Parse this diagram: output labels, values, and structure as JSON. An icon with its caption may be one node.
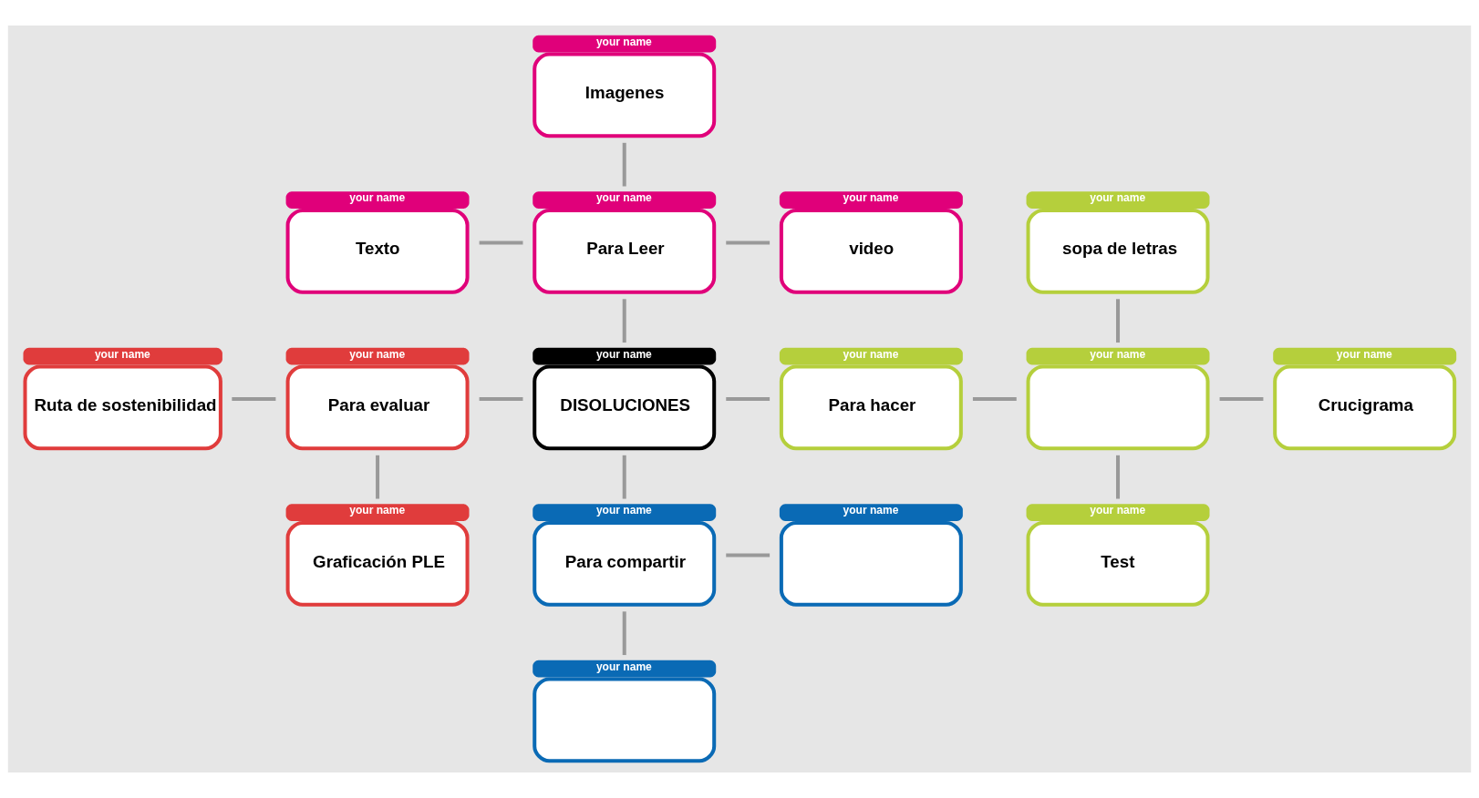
{
  "diagram": {
    "nodes": [
      {
        "text": [
          "your name",
          "Imagenes"
        ]
      },
      {
        "text": [
          "your name",
          "Texto"
        ]
      },
      {
        "text": [
          "your name",
          "Para Leer"
        ]
      },
      {
        "text": [
          "your name",
          "video"
        ]
      },
      {
        "text": [
          "your name",
          "sopa de letras"
        ]
      },
      {
        "text": [
          "your name",
          "Ruta de sostenibilidad"
        ]
      },
      {
        "text": [
          "your name",
          "Para evaluar"
        ]
      },
      {
        "text": [
          "your name",
          "DISOLUCIONES"
        ]
      },
      {
        "text": [
          "your name",
          "Para hacer"
        ]
      },
      {
        "text": [
          "your name"
        ]
      },
      {
        "text": [
          "your name",
          "Crucigrama"
        ]
      },
      {
        "text": [
          "your name",
          "Graficación PLE"
        ]
      },
      {
        "text": [
          "your name",
          "Para compartir"
        ]
      },
      {
        "text": [
          "your name"
        ]
      },
      {
        "text": [
          "your name",
          "Test"
        ]
      },
      {
        "text": [
          "your name"
        ]
      }
    ],
    "edges": [
      {
        "from": 0,
        "to": 2,
        "arrow": "none"
      },
      {
        "from": 1,
        "to": 2,
        "arrow": "none"
      },
      {
        "from": 2,
        "to": 3,
        "arrow": "none"
      },
      {
        "from": 2,
        "to": 7,
        "arrow": "none"
      },
      {
        "from": 4,
        "to": 9,
        "arrow": "none"
      },
      {
        "from": 5,
        "to": 6,
        "arrow": "none"
      },
      {
        "from": 6,
        "to": 7,
        "arrow": "none"
      },
      {
        "from": 7,
        "to": 8,
        "arrow": "none"
      },
      {
        "from": 8,
        "to": 9,
        "arrow": "none"
      },
      {
        "from": 9,
        "to": 10,
        "arrow": "none"
      },
      {
        "from": 6,
        "to": 11,
        "arrow": "none"
      },
      {
        "from": 7,
        "to": 12,
        "arrow": "none"
      },
      {
        "from": 9,
        "to": 14,
        "arrow": "none"
      },
      {
        "from": 12,
        "to": 13,
        "arrow": "none"
      },
      {
        "from": 12,
        "to": 15,
        "arrow": "none"
      }
    ]
  }
}
